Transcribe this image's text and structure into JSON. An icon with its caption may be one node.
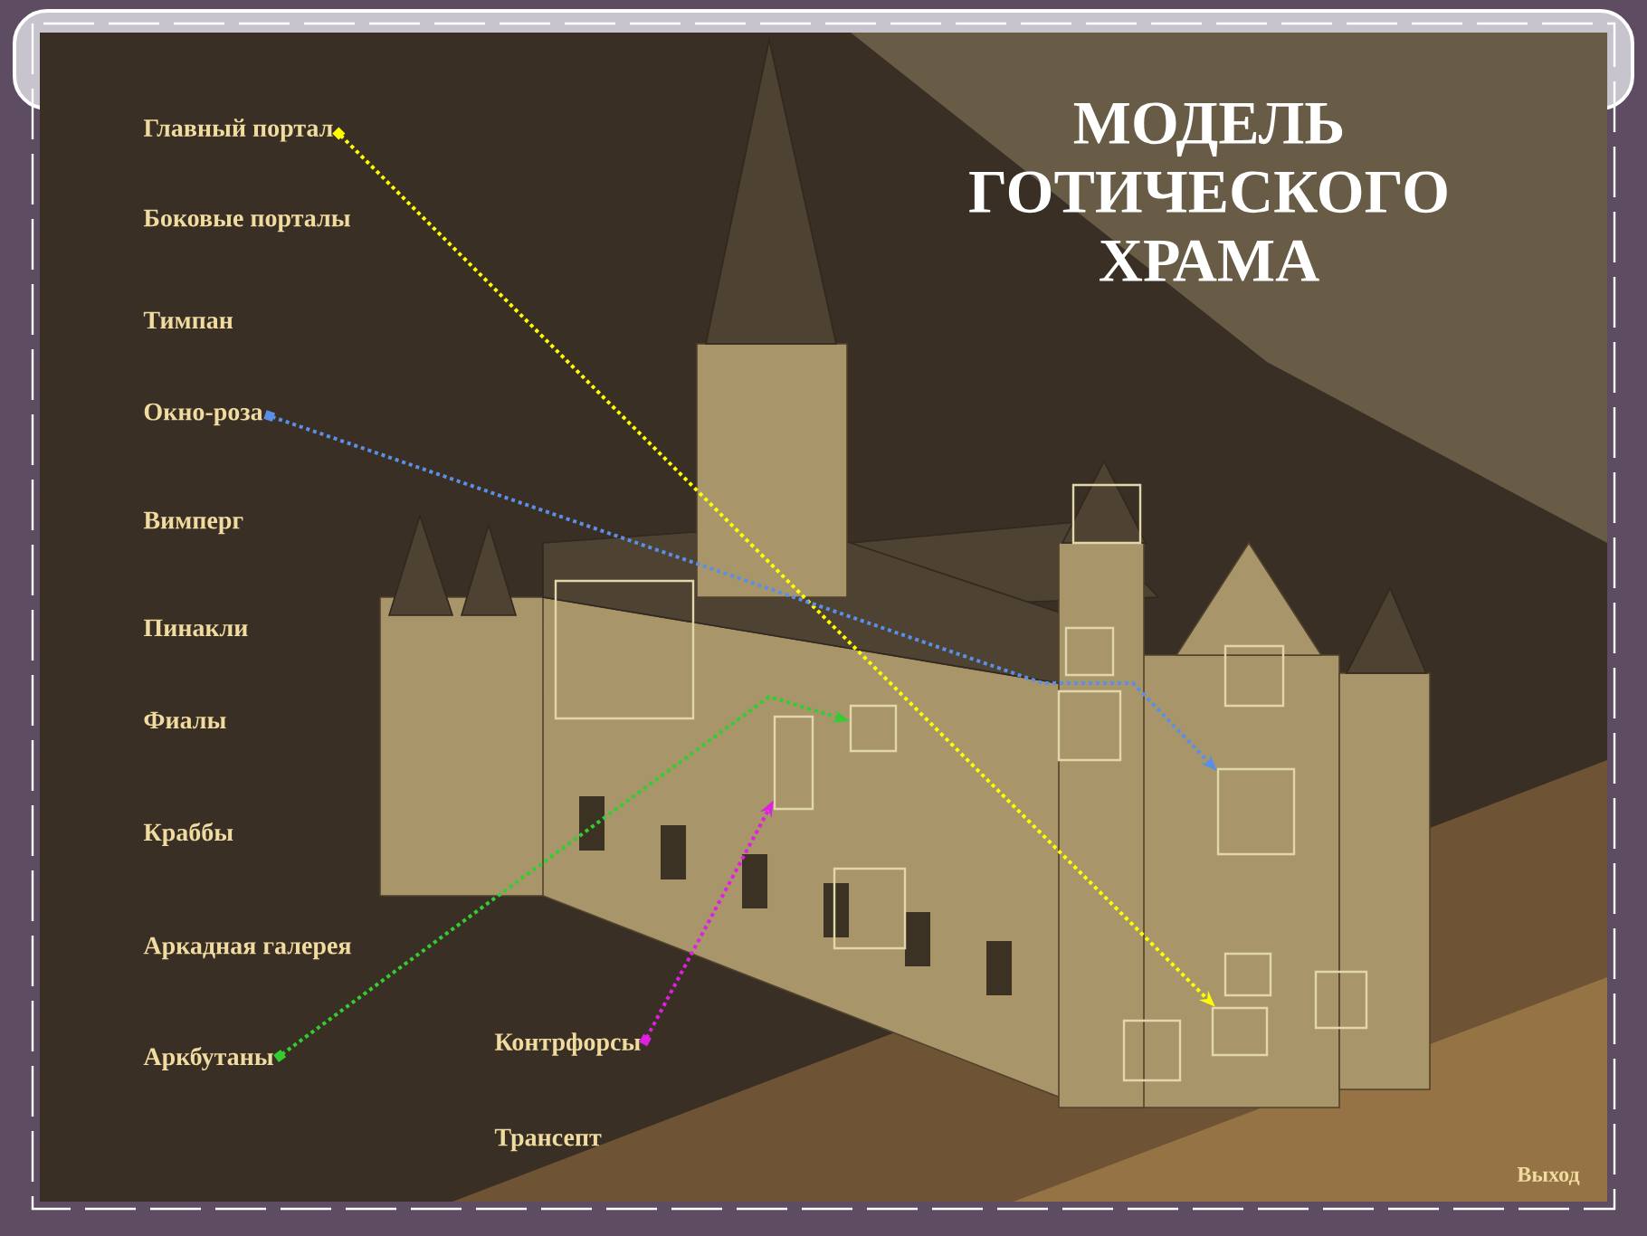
{
  "diagram": {
    "title": "МОДЕЛЬ ГОТИЧЕСКОГО ХРАМА",
    "nodes": [
      {
        "text": [
          "Главный портал"
        ]
      },
      {
        "text": [
          "Окно-роза"
        ]
      },
      {
        "text": [
          "Аркбутаны"
        ]
      },
      {
        "text": [
          "Контрфорсы"
        ]
      },
      {
        "text": [],
        "shape": "box"
      },
      {
        "text": [],
        "shape": "box"
      },
      {
        "text": [],
        "shape": "box"
      },
      {
        "text": [],
        "shape": "box"
      },
      {
        "text": [],
        "shape": "box"
      },
      {
        "text": [],
        "shape": "box"
      },
      {
        "text": [],
        "shape": "box"
      },
      {
        "text": [],
        "shape": "box"
      },
      {
        "text": [],
        "shape": "box"
      },
      {
        "text": [],
        "shape": "box"
      },
      {
        "text": [],
        "shape": "box"
      },
      {
        "text": [],
        "shape": "box"
      },
      {
        "text": [],
        "shape": "box"
      }
    ],
    "edges": [
      {
        "from": 0,
        "to": 12,
        "arrow": "to",
        "color": "#ffff00"
      },
      {
        "from": 1,
        "to": 13,
        "arrow": "to",
        "color": "#5b8ee6"
      },
      {
        "from": 2,
        "to": 7,
        "arrow": "to",
        "color": "#33cc33"
      },
      {
        "from": 3,
        "to": 5,
        "arrow": "to",
        "color": "#e020e0"
      }
    ],
    "labels": [
      "Боковые порталы",
      "Тимпан",
      "Вимперг",
      "Пинакли",
      "Фиалы",
      "Краббы",
      "Аркадная галерея",
      "Трансепт",
      "Выход"
    ]
  }
}
